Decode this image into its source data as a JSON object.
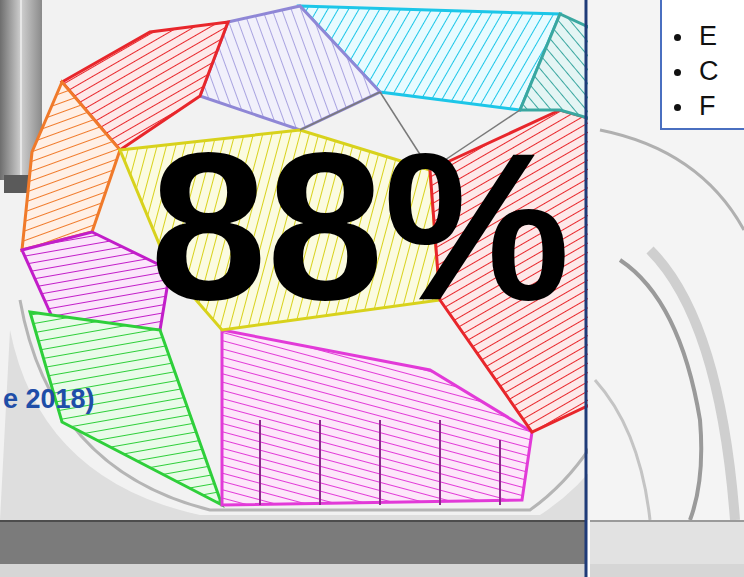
{
  "diagram": {
    "nodes": [
      {
        "text": [
          "E",
          "C",
          "F"
        ]
      }
    ],
    "labels": [
      "88%",
      "e 2018)"
    ]
  }
}
